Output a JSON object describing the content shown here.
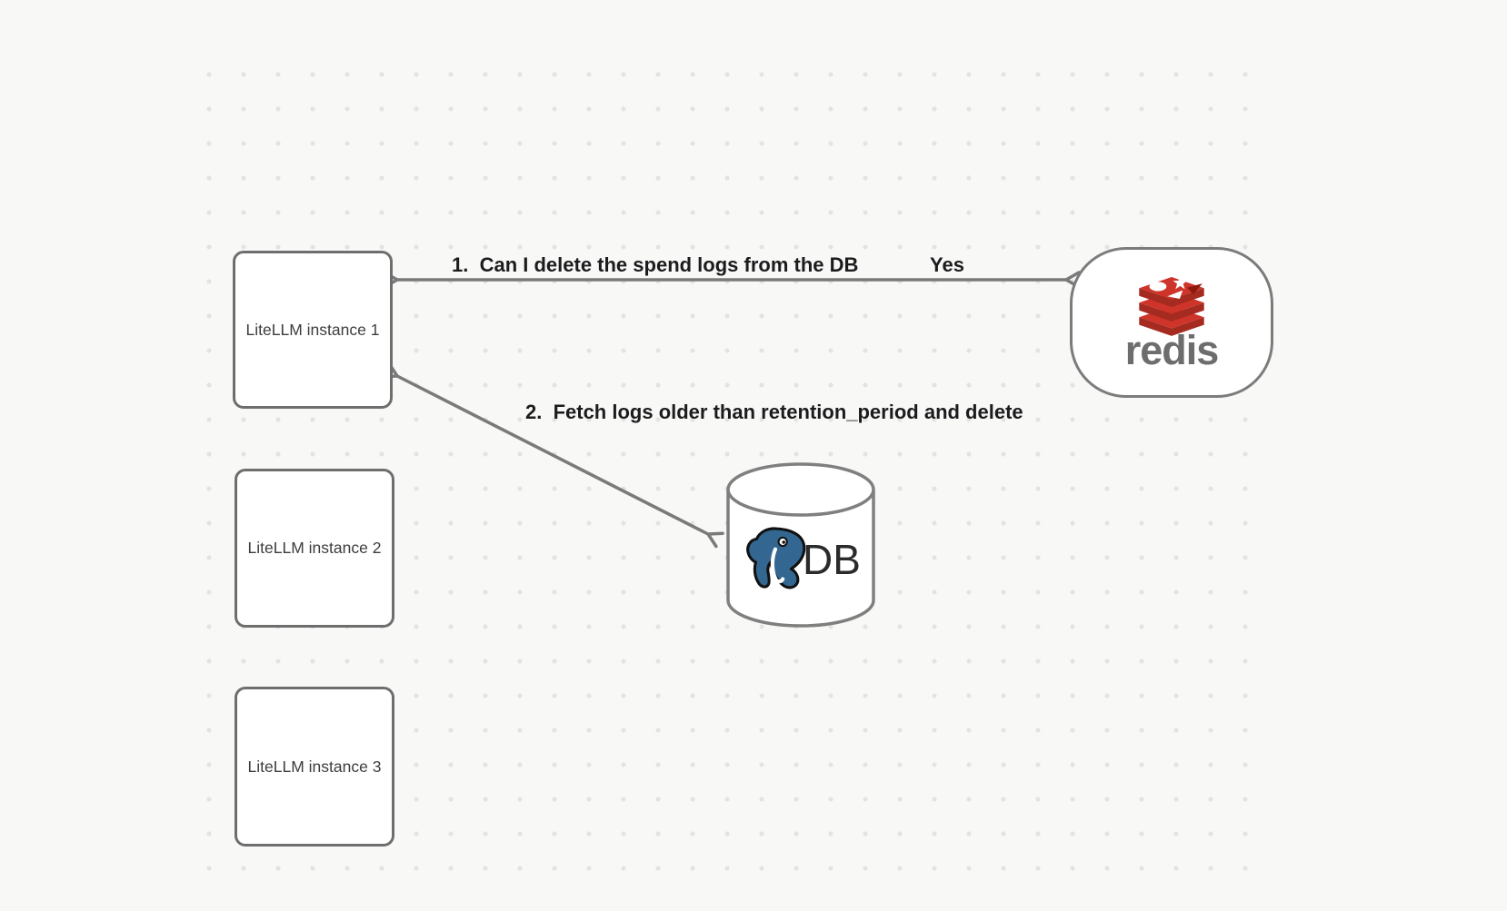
{
  "diagram": {
    "instances": [
      {
        "label": "LiteLLM instance 1"
      },
      {
        "label": "LiteLLM instance 2"
      },
      {
        "label": "LiteLLM instance 3"
      }
    ],
    "redis": {
      "wordmark": "redis"
    },
    "database": {
      "label": "DB"
    },
    "arrows": [
      {
        "question": "1.  Can I delete the spend logs from the DB",
        "answer": "Yes"
      },
      {
        "label": "2.  Fetch logs older than retention_period and delete"
      }
    ],
    "icons": {
      "redis_stack": "redis-stack-icon",
      "postgres_elephant": "postgres-elephant-icon"
    },
    "colors": {
      "background": "#f8f8f7",
      "grid_dot": "#e3e3e1",
      "stroke_gray": "#7a7a7a",
      "box_border": "#6e6e6e",
      "redis_red": "#ce342a",
      "redis_red_dark": "#a52b20",
      "redis_wordmark_gray": "#6d6d6d",
      "postgres_blue": "#336791",
      "label_text": "#1c1c1e"
    }
  }
}
